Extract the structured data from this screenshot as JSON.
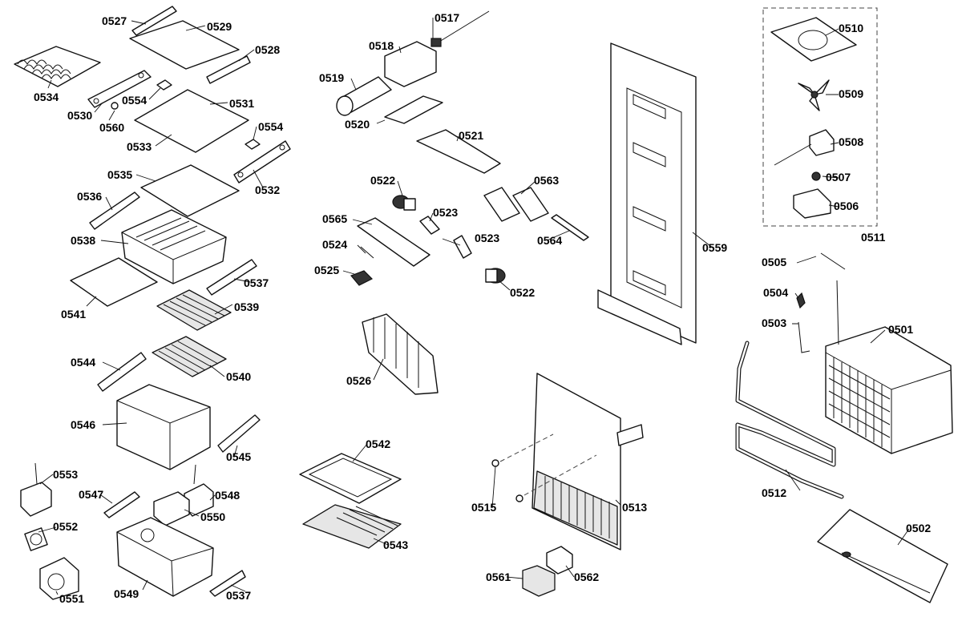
{
  "labels": {
    "p0527": "0527",
    "p0529": "0529",
    "p0528": "0528",
    "p0534": "0534",
    "p0530": "0530",
    "p0554a": "0554",
    "p0531": "0531",
    "p0560": "0560",
    "p0554b": "0554",
    "p0533": "0533",
    "p0532": "0532",
    "p0535": "0535",
    "p0536": "0536",
    "p0538": "0538",
    "p0541": "0541",
    "p0537a": "0537",
    "p0539": "0539",
    "p0544": "0544",
    "p0540": "0540",
    "p0546": "0546",
    "p0545": "0545",
    "p0553": "0553",
    "p0547": "0547",
    "p0548": "0548",
    "p0550": "0550",
    "p0552": "0552",
    "p0551": "0551",
    "p0549": "0549",
    "p0537b": "0537",
    "p0517": "0517",
    "p0518": "0518",
    "p0519": "0519",
    "p0520": "0520",
    "p0521": "0521",
    "p0522a": "0522",
    "p0563": "0563",
    "p0523a": "0523",
    "p0565": "0565",
    "p0523b": "0523",
    "p0564": "0564",
    "p0524": "0524",
    "p0525": "0525",
    "p0522b": "0522",
    "p0526": "0526",
    "p0542": "0542",
    "p0543": "0543",
    "p0559": "0559",
    "p0515": "0515",
    "p0513": "0513",
    "p0561": "0561",
    "p0562": "0562",
    "p0510": "0510",
    "p0509": "0509",
    "p0508": "0508",
    "p0507": "0507",
    "p0506": "0506",
    "p0511": "0511",
    "p0505": "0505",
    "p0504": "0504",
    "p0503": "0503",
    "p0501": "0501",
    "p0512": "0512",
    "p0502": "0502"
  }
}
